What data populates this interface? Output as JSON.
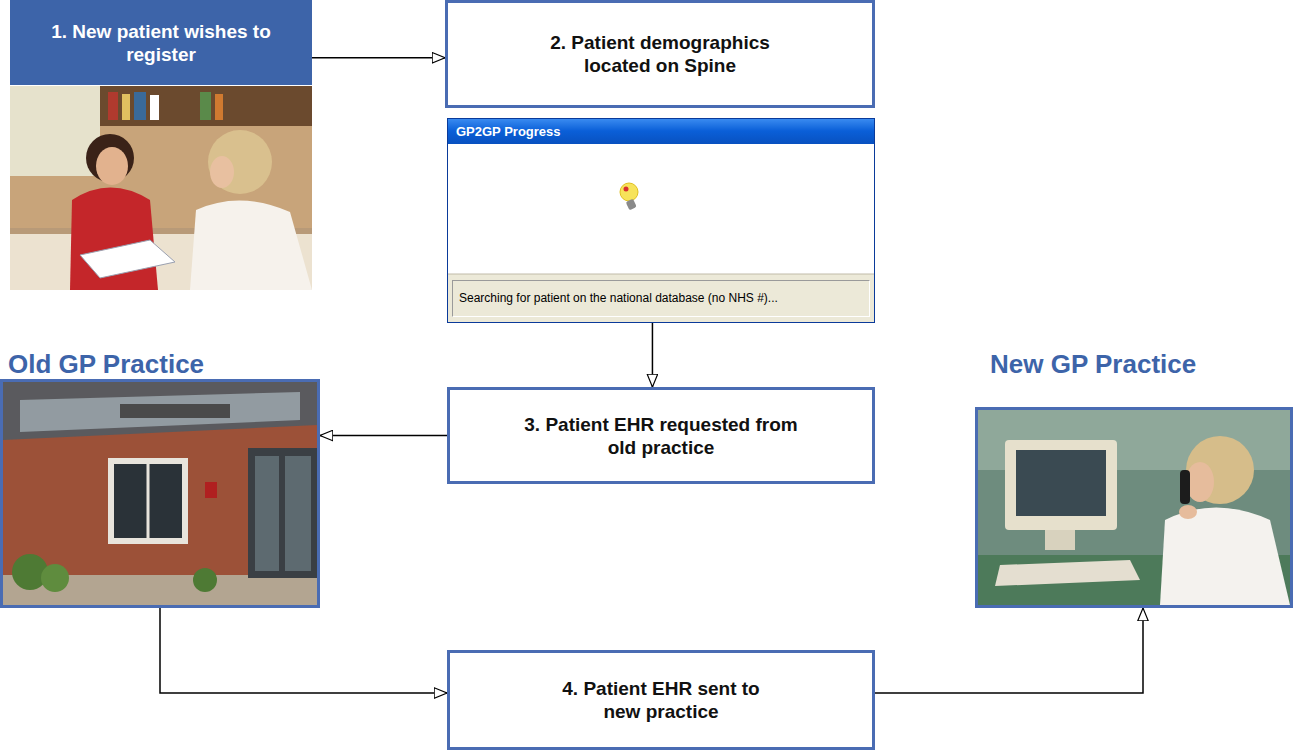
{
  "diagram": {
    "nodes": [
      {
        "text": [
          "1. New patient wishes to register"
        ]
      },
      {
        "text": [
          "2. Patient demographics located on Spine"
        ]
      },
      {
        "text": [
          "GP2GP Progress",
          "Searching for patient on the national database (no NHS #)..."
        ]
      },
      {
        "text": [
          "Old GP Practice"
        ]
      },
      {
        "text": [
          "3. Patient EHR requested from old practice"
        ]
      },
      {
        "text": [
          "New GP Practice"
        ]
      },
      {
        "text": [
          "4. Patient EHR sent to new practice"
        ]
      }
    ],
    "edges": [
      {
        "from": 0,
        "to": 1,
        "arrow": "to"
      },
      {
        "from": 2,
        "to": 4,
        "arrow": "to"
      },
      {
        "from": 4,
        "to": 3,
        "arrow": "to"
      },
      {
        "from": 3,
        "to": 6,
        "arrow": "to"
      },
      {
        "from": 6,
        "to": 5,
        "arrow": "to"
      }
    ]
  }
}
